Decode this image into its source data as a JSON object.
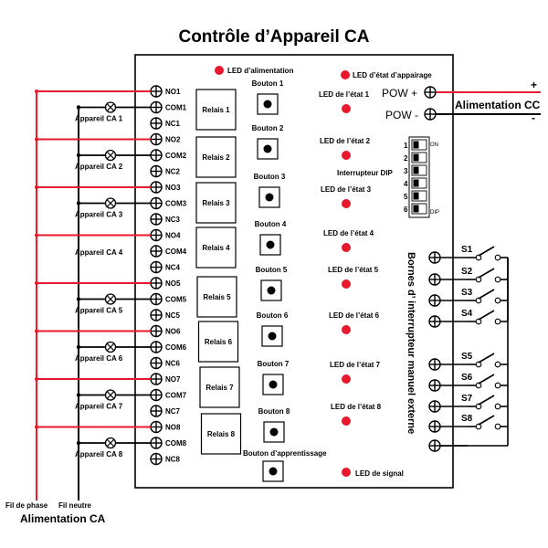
{
  "title": "Contrôle d’Appareil CA",
  "leds": {
    "power": "LED d’alimentation",
    "pairing": "LED d’état d’appairage",
    "signal": "LED de signal",
    "states": [
      "LED de l’état 1",
      "LED de l’état 2",
      "LED de l’état 3",
      "LED de l’état 4",
      "LED de l’état 5",
      "LED de l’état 6",
      "LED de l’état 7",
      "LED de l’état 8"
    ]
  },
  "relays": [
    "Relais 1",
    "Relais 2",
    "Relais 3",
    "Relais 4",
    "Relais 5",
    "Relais 6",
    "Relais 7",
    "Relais 8"
  ],
  "buttons": [
    "Bouton 1",
    "Bouton 2",
    "Bouton 3",
    "Bouton 4",
    "Bouton 5",
    "Bouton 6",
    "Bouton 7",
    "Bouton 8"
  ],
  "learn_button": "Bouton d’apprentissage",
  "terminals": [
    "NO1",
    "COM1",
    "NC1",
    "NO2",
    "COM2",
    "NC2",
    "NO3",
    "COM3",
    "NC3",
    "NO4",
    "COM4",
    "NC4",
    "NO5",
    "COM5",
    "NC5",
    "NO6",
    "COM6",
    "NC6",
    "NO7",
    "COM7",
    "NC7",
    "NO8",
    "COM8",
    "NC8"
  ],
  "devices": [
    "Appareil CA 1",
    "Appareil CA 2",
    "Appareil CA 3",
    "Appareil CA 4",
    "Appareil CA 5",
    "Appareil CA 6",
    "Appareil CA 7",
    "Appareil CA 8"
  ],
  "power": {
    "pos": "POW +",
    "neg": "POW -",
    "plus": "+",
    "minus": "-",
    "label": "Alimentation CC"
  },
  "dip": {
    "label": "Interrupteur DIP",
    "on": "ON",
    "dip": "DIP",
    "nums": [
      "1",
      "2",
      "3",
      "4",
      "5",
      "6"
    ]
  },
  "switches": [
    "S1",
    "S2",
    "S3",
    "S4",
    "S5",
    "S6",
    "S7",
    "S8"
  ],
  "ext_label": "Bornes d’ interrupteur manuel externe",
  "bottom": {
    "phase": "Fil de phase",
    "neutral": "Fil neutre",
    "supply": "Alimentation CA"
  },
  "colors": {
    "phase": "#e8192c",
    "neutral": "#000000",
    "led": "#e8192c"
  }
}
